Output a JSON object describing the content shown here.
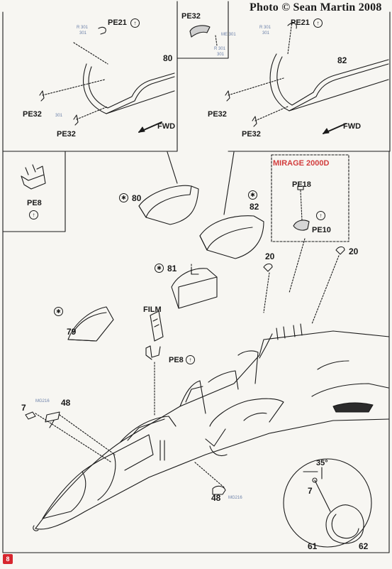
{
  "credit": "Photo © Sean Martin 2008",
  "labels": {
    "top_left": {
      "pe21": "PE21",
      "pe32_a": "PE32",
      "pe32_b": "PE32",
      "part": "80",
      "fwd": "FWD"
    },
    "top_middle": {
      "pe32": "PE32"
    },
    "top_right": {
      "pe21": "PE21",
      "pe32_a": "PE32",
      "pe32_b": "PE32",
      "part": "82",
      "fwd": "FWD"
    },
    "side_box": {
      "pe8": "PE8"
    },
    "variant_box": {
      "title": "MIRAGE 2000D",
      "pe18": "PE18",
      "pe10": "PE10"
    },
    "main": {
      "part_80": "80",
      "part_82": "82",
      "part_81": "81",
      "part_79": "79",
      "part_20_a": "20",
      "part_20_b": "20",
      "film": "FILM",
      "pe8": "PE8",
      "part_7": "7",
      "part_48_a": "48",
      "part_48_b": "48"
    },
    "detail": {
      "angle": "35°",
      "part_7": "7",
      "part_61": "61",
      "part_62": "62"
    }
  },
  "refs": {
    "r1": "R 301",
    "r2": "301",
    "r3": "ME 301",
    "r4": "R 301",
    "r5": "301",
    "r6": "R 301",
    "r7": "301",
    "r8": "301",
    "r9": "MG216",
    "r10": "MG216"
  },
  "page_number": "8",
  "colors": {
    "accent": "#d23d3d",
    "page_badge": "#d7262e",
    "reference_blue": "#6a7fa8",
    "ink": "#1a1a1a"
  }
}
